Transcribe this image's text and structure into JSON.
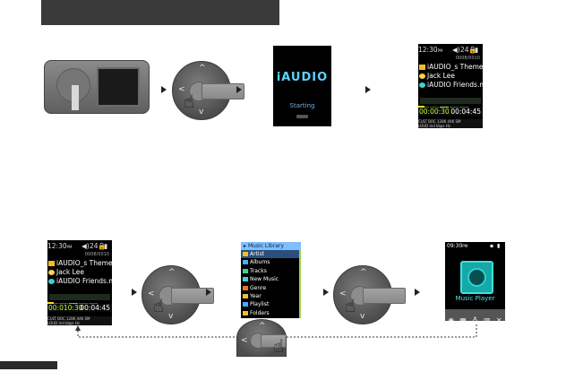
{
  "player_top": {
    "clock": "12:30",
    "clock_suffix": "PM",
    "volume_label": "24",
    "track_counter": "0008/0010",
    "folder": "iAUDIO_s Theme",
    "artist": "Jack Lee",
    "track": "iAUDIO Friends.mp",
    "elapsed": "00:00:30",
    "total": "00:04:45",
    "info_line1": "CULT  BOC  128K  44K  SM",
    "info_line2": "LOUD  Ind  kbps  Hz  ",
    "progress": 0.1
  },
  "player_bottom": {
    "clock": "12:30",
    "clock_suffix": "PM",
    "volume_label": "24",
    "track_counter": "0008/0010",
    "folder": "iAUDIO_s Theme",
    "artist": "Jack Lee",
    "track": "iAUDIO Friends.mp",
    "elapsed": "00:010:30",
    "total": "00:04:45",
    "info_line1": "CULT  BOC  128K  44K  SM",
    "info_line2": "LOUD  Ind  kbps  Hz  ",
    "progress": 0.1
  },
  "splash": {
    "logo": "iAUDIO",
    "status": "Starting"
  },
  "menu": {
    "title": "Music Library",
    "items": [
      {
        "label": "Artist",
        "icon_color": "#f0c020"
      },
      {
        "label": "Albums",
        "icon_color": "#3fb0ff"
      },
      {
        "label": "Tracks",
        "icon_color": "#3fd090"
      },
      {
        "label": "New Music",
        "icon_color": "#3fd0d0"
      },
      {
        "label": "Genre",
        "icon_color": "#f07020"
      },
      {
        "label": "Year",
        "icon_color": "#f0c020"
      },
      {
        "label": "Playlist",
        "icon_color": "#3fb0ff"
      },
      {
        "label": "Folders",
        "icon_color": "#f0c020"
      }
    ],
    "selected_index": 0
  },
  "home": {
    "clock": "09:30",
    "clock_suffix": "PM",
    "app_label": "Music Player",
    "dock_icons": [
      "music-disc-icon",
      "video-icon",
      "microphone-icon",
      "settings-icon",
      "tools-icon"
    ]
  },
  "colors": {
    "accent_time": "#b7ff2a",
    "accent_progress": "#ffdb2a",
    "menu_head": "#7fbfff",
    "home_accent": "#4fe8f0"
  }
}
